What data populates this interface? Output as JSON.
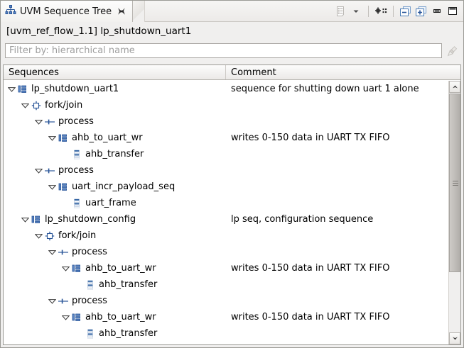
{
  "window": {
    "tab": {
      "icon": "hierarchy-tree-icon",
      "title": "UVM Sequence Tree",
      "close": "close-icon"
    },
    "toolbar": [
      {
        "name": "view-menu-icon",
        "label": "View Menu"
      },
      {
        "name": "chevron-down-icon",
        "label": "View Menu Dropdown"
      },
      {
        "name": "link-with-editor-icon",
        "label": "Link With Editor"
      },
      {
        "name": "collapse-all-icon",
        "label": "Collapse All"
      },
      {
        "name": "expand-all-icon",
        "label": "Expand All"
      },
      {
        "name": "minimize-icon",
        "label": "Minimize"
      },
      {
        "name": "maximize-icon",
        "label": "Maximize"
      }
    ]
  },
  "path": {
    "text": "[uvm_ref_flow_1.1] lp_shutdown_uart1"
  },
  "filter": {
    "value": "",
    "placeholder": "Filter by: hierarchical name",
    "clear_icon": "broom-clear-filter-icon"
  },
  "table": {
    "columns": [
      "Sequences",
      "Comment"
    ],
    "rows": [
      {
        "depth": 0,
        "expanded": true,
        "icon": "sequence-icon",
        "label": "lp_shutdown_uart1",
        "comment": "sequence for shutting down uart 1 alone"
      },
      {
        "depth": 1,
        "expanded": true,
        "icon": "fork-join-icon",
        "label": "fork/join",
        "comment": ""
      },
      {
        "depth": 2,
        "expanded": true,
        "icon": "process-icon",
        "label": "process",
        "comment": ""
      },
      {
        "depth": 3,
        "expanded": true,
        "icon": "sequence-icon",
        "label": "ahb_to_uart_wr",
        "comment": "writes 0-150 data in UART TX FIFO"
      },
      {
        "depth": 4,
        "expanded": false,
        "icon": "transfer-icon",
        "label": "ahb_transfer",
        "comment": ""
      },
      {
        "depth": 2,
        "expanded": true,
        "icon": "process-icon",
        "label": "process",
        "comment": ""
      },
      {
        "depth": 3,
        "expanded": true,
        "icon": "sequence-icon",
        "label": "uart_incr_payload_seq",
        "comment": ""
      },
      {
        "depth": 4,
        "expanded": false,
        "icon": "transfer-icon",
        "label": "uart_frame",
        "comment": ""
      },
      {
        "depth": 1,
        "expanded": true,
        "icon": "sequence-icon",
        "label": "lp_shutdown_config",
        "comment": "lp seq, configuration sequence"
      },
      {
        "depth": 2,
        "expanded": true,
        "icon": "fork-join-icon",
        "label": "fork/join",
        "comment": ""
      },
      {
        "depth": 3,
        "expanded": true,
        "icon": "process-icon",
        "label": "process",
        "comment": ""
      },
      {
        "depth": 4,
        "expanded": true,
        "icon": "sequence-icon",
        "label": "ahb_to_uart_wr",
        "comment": "writes 0-150 data in UART TX FIFO"
      },
      {
        "depth": 5,
        "expanded": false,
        "icon": "transfer-icon",
        "label": "ahb_transfer",
        "comment": ""
      },
      {
        "depth": 3,
        "expanded": true,
        "icon": "process-icon",
        "label": "process",
        "comment": ""
      },
      {
        "depth": 4,
        "expanded": true,
        "icon": "sequence-icon",
        "label": "ahb_to_uart_wr",
        "comment": "writes 0-150 data in UART TX FIFO"
      },
      {
        "depth": 5,
        "expanded": false,
        "icon": "transfer-icon",
        "label": "ahb_transfer",
        "comment": ""
      }
    ]
  },
  "scrollbar": {
    "up_icon": "scroll-up-arrow-icon",
    "down_icon": "scroll-down-arrow-icon"
  },
  "colors": {
    "accent": "#2a5699",
    "icon_blue": "#3465a4",
    "background": "#f0efee",
    "table_background": "#ffffff"
  }
}
